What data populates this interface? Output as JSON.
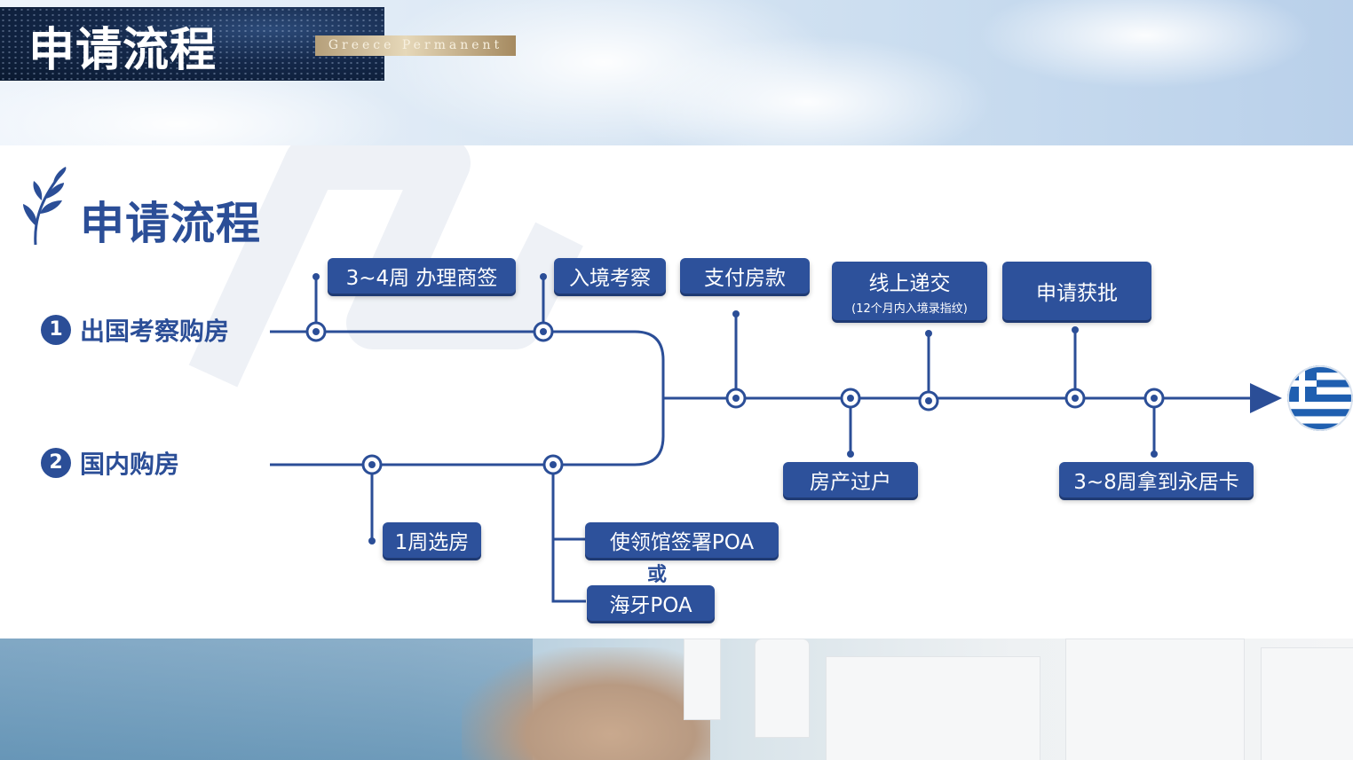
{
  "header": {
    "title": "申请流程",
    "subtitle": "Greece  Permanent"
  },
  "section": {
    "title": "申请流程"
  },
  "rows": [
    {
      "number": "1",
      "label": "出国考察购房"
    },
    {
      "number": "2",
      "label": "国内购房"
    }
  ],
  "steps": {
    "business_visa": "3~4周 办理商签",
    "entry_inspection": "入境考察",
    "pay_house": "支付房款",
    "online_submit": "线上递交",
    "online_submit_note": "(12个月内入境录指纹)",
    "approved": "申请获批",
    "property_transfer": "房产过户",
    "get_card": "3~8周拿到永居卡",
    "select_house": "1周选房",
    "embassy_poa": "使领馆签署POA",
    "or": "或",
    "hague_poa": "海牙POA"
  },
  "icons": {
    "logo": "olive-branch-icon",
    "destination": "greece-flag-icon"
  },
  "colors": {
    "primary": "#2b4e97",
    "step_box": "#2d519b",
    "banner": "#14284a",
    "gold": "#c7b28d"
  }
}
